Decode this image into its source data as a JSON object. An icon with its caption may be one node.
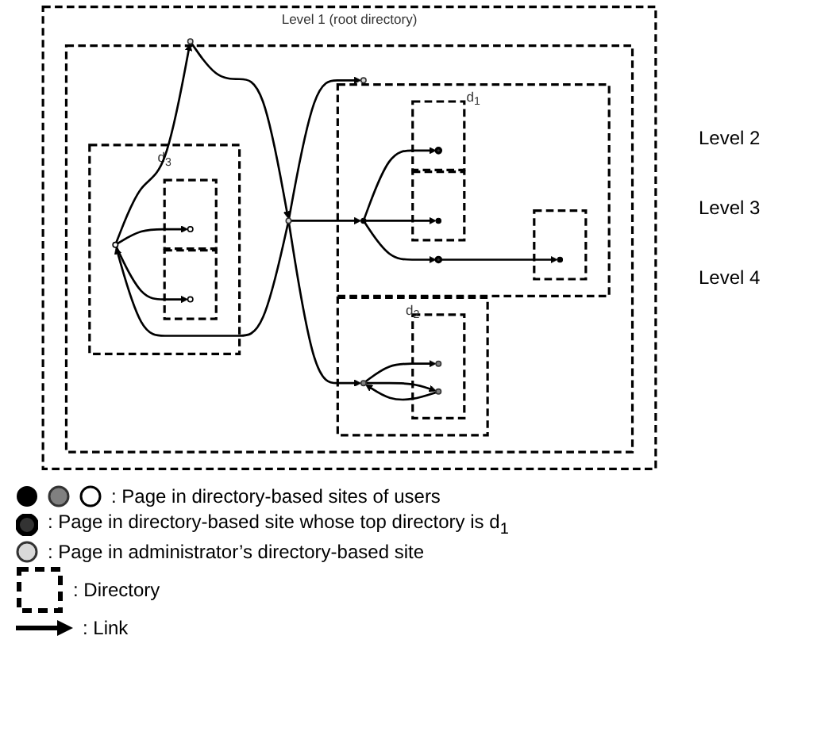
{
  "diagram": {
    "nodes": [
      {
        "text": [
          "Level 1 (root directory)"
        ]
      },
      {
        "text": [],
        "shape": "circle",
        "in": 0
      },
      {
        "text": [],
        "shape": "box",
        "in": 0
      },
      {
        "text": [],
        "shape": "circle",
        "in": 2
      },
      {
        "text": [],
        "shape": "circle",
        "in": 2
      },
      {
        "text": [
          "d$_{1}$"
        ],
        "in": 2
      },
      {
        "text": [],
        "shape": "circle",
        "in": 5
      },
      {
        "text": [],
        "shape": "circle",
        "in": 5
      },
      {
        "text": [],
        "shape": "box",
        "in": 5
      },
      {
        "text": [],
        "shape": "circle",
        "in": 8
      },
      {
        "text": [],
        "shape": "box",
        "in": 5
      },
      {
        "text": [],
        "shape": "circle",
        "in": 10
      },
      {
        "text": [],
        "shape": "box",
        "in": 5
      },
      {
        "text": [],
        "shape": "circle",
        "in": 12
      },
      {
        "text": [
          "d$_{2}$"
        ],
        "in": 2
      },
      {
        "text": [],
        "shape": "circle",
        "in": 14
      },
      {
        "text": [],
        "shape": "box",
        "in": 14
      },
      {
        "text": [],
        "shape": "circle",
        "in": 16
      },
      {
        "text": [],
        "shape": "circle",
        "in": 16
      },
      {
        "text": [
          "d$_{3}$"
        ],
        "in": 2
      },
      {
        "text": [],
        "shape": "circle",
        "in": 19
      },
      {
        "text": [],
        "shape": "box",
        "in": 19
      },
      {
        "text": [],
        "shape": "circle",
        "in": 21
      },
      {
        "text": [],
        "shape": "box",
        "in": 19
      },
      {
        "text": [],
        "shape": "circle",
        "in": 23
      }
    ],
    "edges": [
      {
        "from": 20,
        "to": 1,
        "arrow": "to"
      },
      {
        "from": 1,
        "to": 3,
        "arrow": "to"
      },
      {
        "from": 3,
        "to": 4,
        "arrow": "to"
      },
      {
        "from": 3,
        "to": 7,
        "arrow": "to"
      },
      {
        "from": 3,
        "to": 15,
        "arrow": "to"
      },
      {
        "from": 3,
        "to": 20,
        "arrow": "to"
      },
      {
        "from": 7,
        "to": 6,
        "arrow": "to"
      },
      {
        "from": 6,
        "to": 9,
        "arrow": "to"
      },
      {
        "from": 7,
        "to": 11,
        "arrow": "to"
      },
      {
        "from": 7,
        "to": 13,
        "arrow": "to"
      },
      {
        "from": 15,
        "to": 17,
        "arrow": "to"
      },
      {
        "from": 15,
        "to": 18,
        "arrow": "to"
      },
      {
        "from": 18,
        "to": 15,
        "arrow": "to"
      },
      {
        "from": 20,
        "to": 22,
        "arrow": "to"
      },
      {
        "from": 20,
        "to": 24,
        "arrow": "to"
      }
    ],
    "labels": [
      "Level 2",
      "Level 3",
      "Level 4"
    ],
    "legend": [
      {
        "text": ": Page in directory-based sites of users"
      },
      {
        "text": ": Page in directory-based site whose top directory is d$_{1}$"
      },
      {
        "text": ": Page in administrator’s directory-based site"
      },
      {
        "text": ": Directory"
      },
      {
        "text": ": Link"
      }
    ]
  }
}
